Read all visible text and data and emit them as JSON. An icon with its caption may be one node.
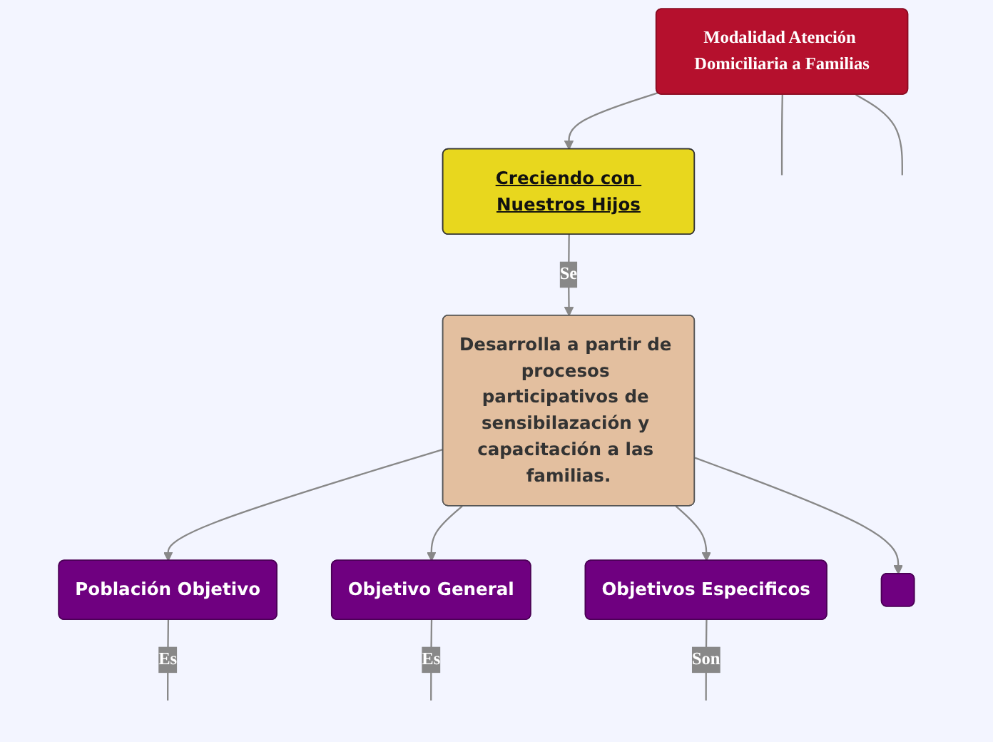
{
  "diagram": {
    "nodes": [
      {
        "text": [
          "Modalidad Atención Domiciliaria a Familias"
        ]
      },
      {
        "text": [
          "Creciendo con Nuestros Hijos"
        ]
      },
      {
        "text": [
          "Desarrolla a partir de procesos participativos de sensibilazación y capacitación a las familias."
        ]
      },
      {
        "text": [
          "Población Objetivo"
        ]
      },
      {
        "text": [
          "Objetivo General"
        ]
      },
      {
        "text": [
          "Objetivos Especificos"
        ]
      },
      {
        "text": [],
        "shape": "box"
      }
    ],
    "edges": [
      {
        "from": 0,
        "to": null,
        "arrow": "none"
      },
      {
        "from": 0,
        "to": null,
        "arrow": "none"
      },
      {
        "from": 0,
        "to": 1,
        "arrow": "to"
      },
      {
        "from": 1,
        "to": 2,
        "arrow": "to",
        "label": "Se"
      },
      {
        "from": 2,
        "to": 3,
        "arrow": "to"
      },
      {
        "from": 2,
        "to": 4,
        "arrow": "to"
      },
      {
        "from": 2,
        "to": 5,
        "arrow": "to"
      },
      {
        "from": 2,
        "to": 6,
        "arrow": "to"
      },
      {
        "from": 3,
        "to": null,
        "arrow": "none",
        "label": "Es"
      },
      {
        "from": 4,
        "to": null,
        "arrow": "none",
        "label": "Es"
      },
      {
        "from": 5,
        "to": null,
        "arrow": "none",
        "label": "Son"
      }
    ]
  }
}
